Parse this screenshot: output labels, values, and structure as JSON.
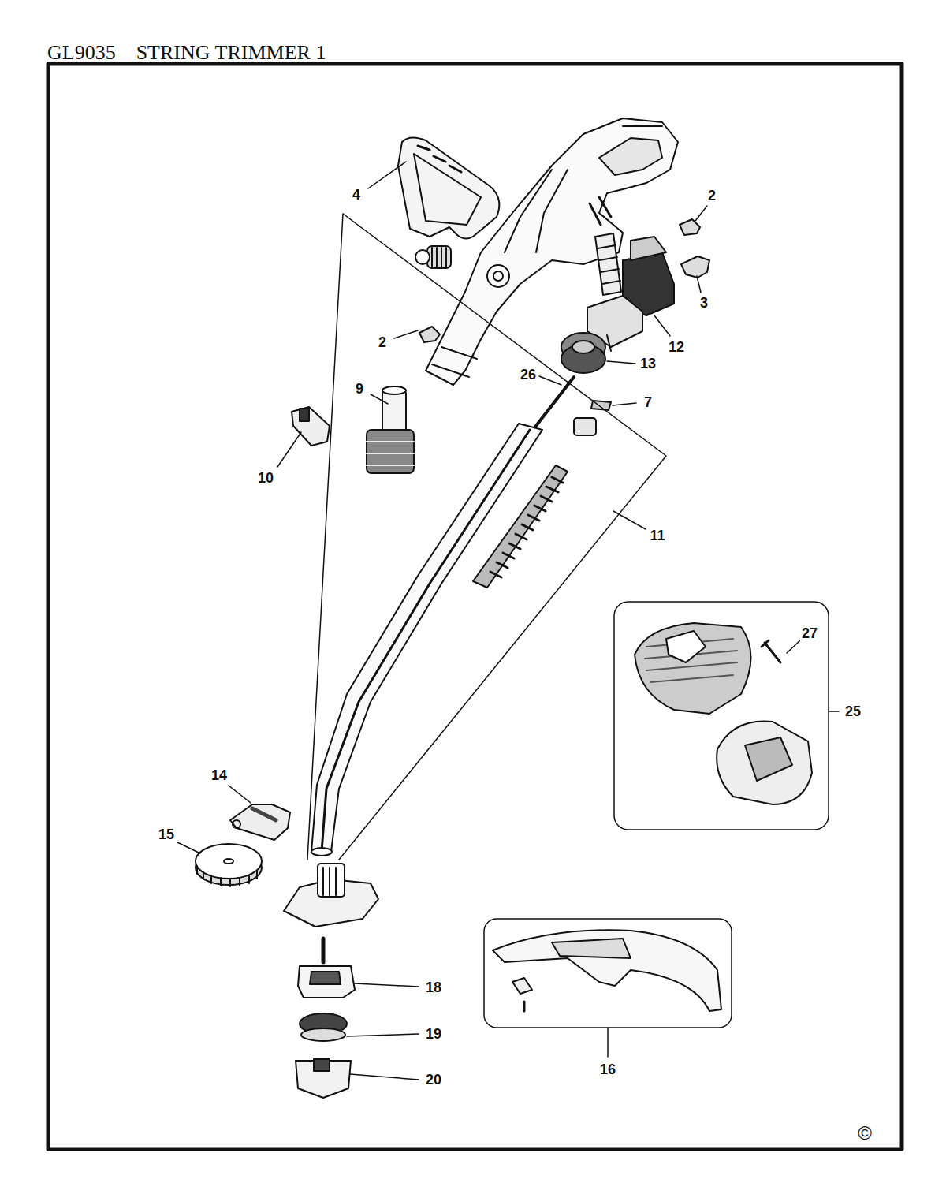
{
  "diagram": {
    "title": "GL9035    STRING TRIMMER 1",
    "labels": [
      "4",
      "2",
      "3",
      "2",
      "12",
      "13",
      "26",
      "9",
      "7",
      "10",
      "11",
      "27",
      "25",
      "14",
      "15",
      "18",
      "19",
      "16",
      "20",
      "©"
    ]
  }
}
